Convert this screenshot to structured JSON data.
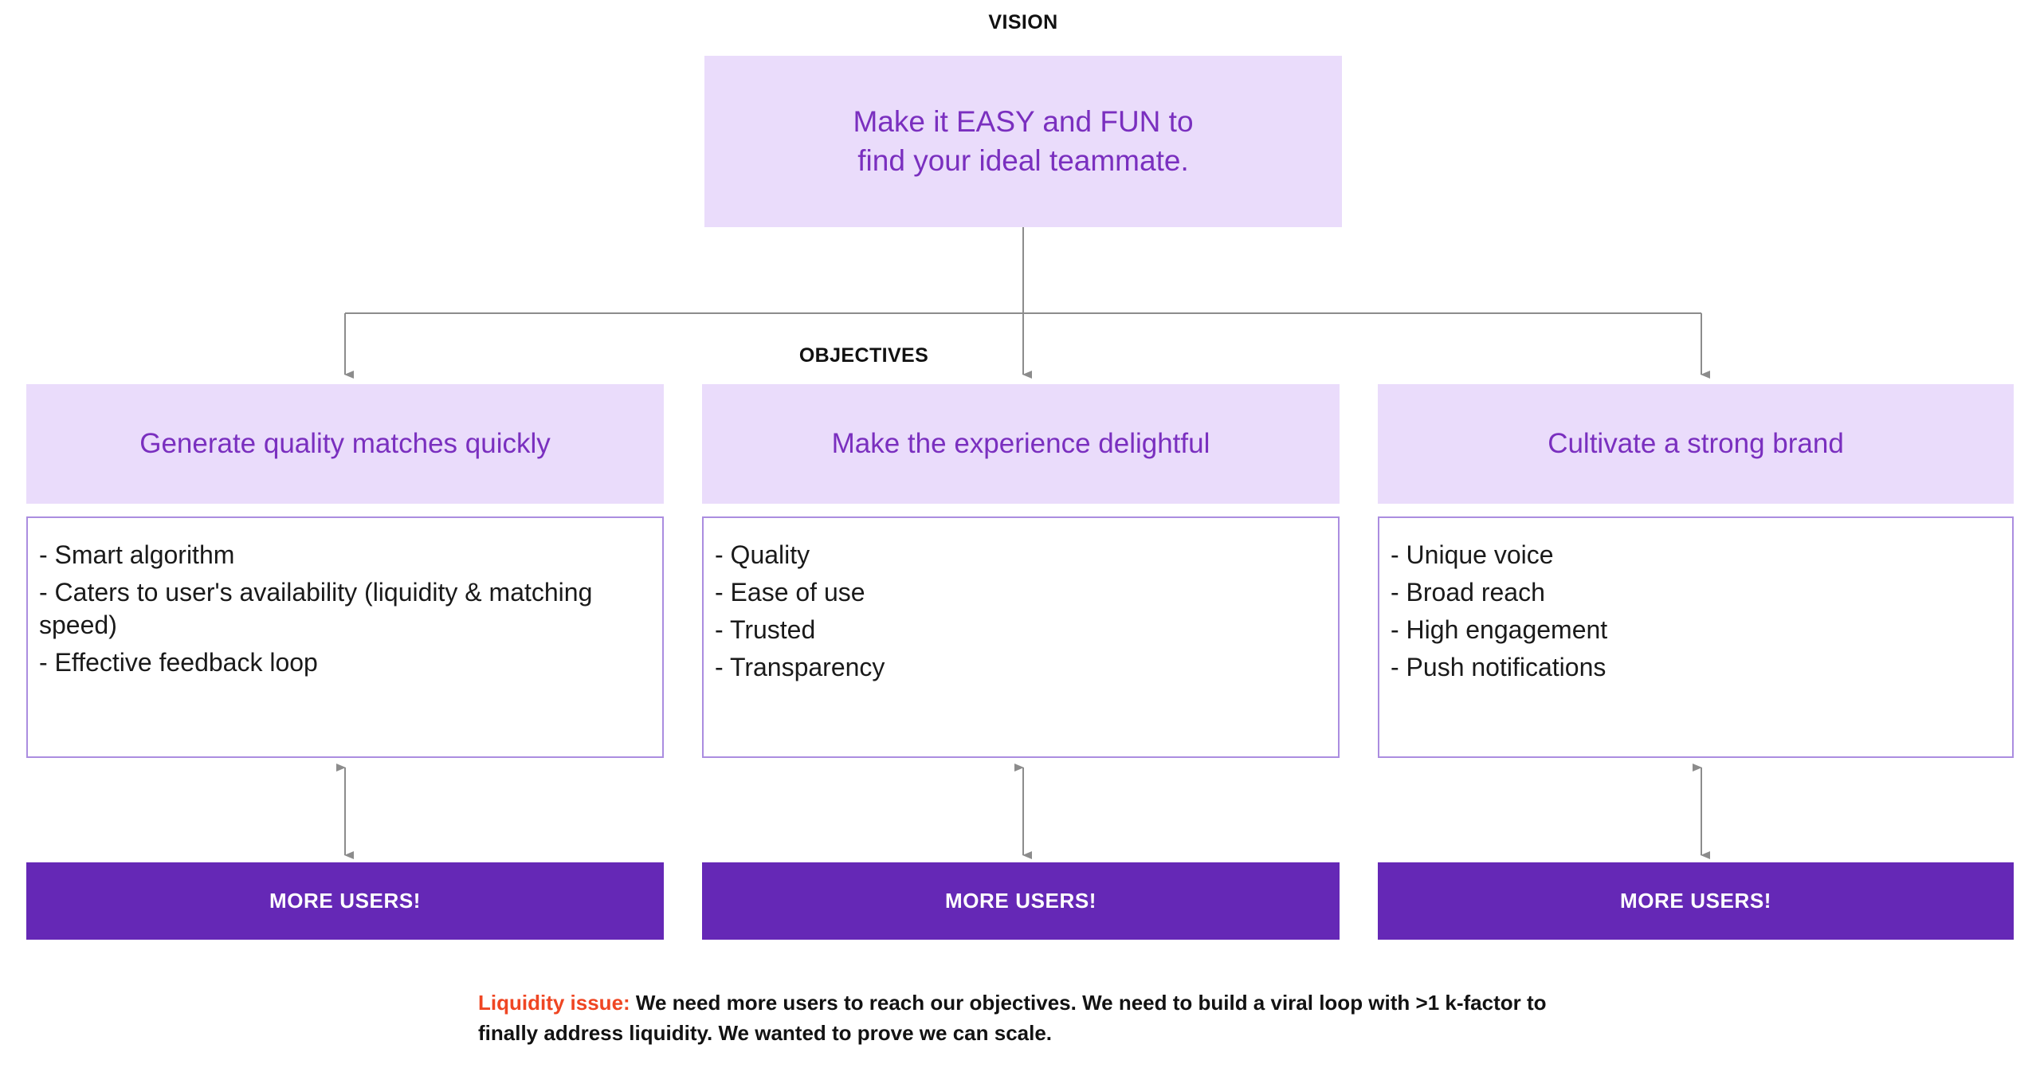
{
  "vision": {
    "label": "VISION",
    "text": "Make it EASY and FUN to\nfind your ideal teammate.",
    "box_color": "#eadcfb",
    "text_color": "#7a2fbf"
  },
  "objectives": {
    "label": "OBJECTIVES",
    "columns": [
      {
        "title": "Generate quality matches quickly",
        "bullets": [
          "- Smart algorithm",
          "- Caters to user's availability (liquidity & matching speed)",
          "- Effective feedback loop"
        ],
        "cta": "MORE USERS!"
      },
      {
        "title": "Make the experience delightful",
        "bullets": [
          "- Quality",
          "- Ease of use",
          "- Trusted",
          "- Transparency"
        ],
        "cta": "MORE USERS!"
      },
      {
        "title": "Cultivate a strong brand",
        "bullets": [
          "- Unique voice",
          "- Broad reach",
          "- High engagement",
          "- Push notifications"
        ],
        "cta": "MORE USERS!"
      }
    ]
  },
  "footer": {
    "highlight": "Liquidity issue:",
    "text": " We need more users to reach our objectives. We need to build a viral loop with >1 k-factor to finally address liquidity. We wanted to prove we can scale.",
    "highlight_color": "#ef4623"
  },
  "colors": {
    "panel_fill": "#eadcfb",
    "panel_border": "#ab8de0",
    "accent_purple": "#7a2fbf",
    "bar_purple": "#6528b6",
    "connector_gray": "#8c8c8c",
    "background": "#ffffff"
  }
}
